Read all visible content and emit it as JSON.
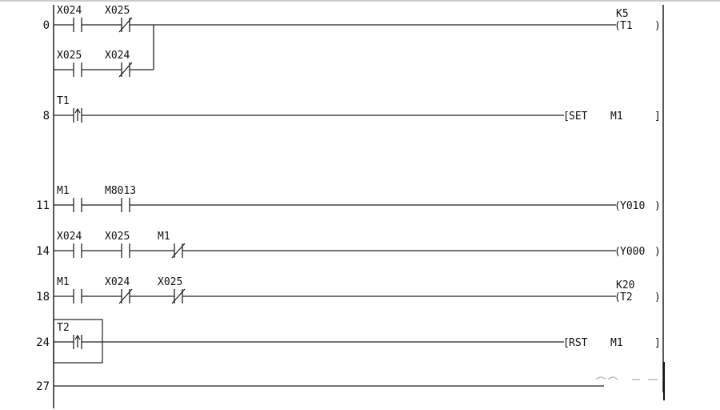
{
  "diagram": {
    "rungs": [
      {
        "step": "0",
        "contacts": [
          {
            "label": "X024",
            "type": "NO"
          },
          {
            "label": "X025",
            "type": "NC"
          }
        ],
        "branch": [
          {
            "label": "X025",
            "type": "NO"
          },
          {
            "label": "X024",
            "type": "NC"
          }
        ],
        "output": {
          "kind": "coil",
          "label": "T1",
          "setting": "K5"
        }
      },
      {
        "step": "8",
        "contacts": [
          {
            "label": "T1",
            "type": "PLS"
          }
        ],
        "output": {
          "kind": "instruction",
          "op": "SET",
          "operand": "M1"
        }
      },
      {
        "step": "11",
        "contacts": [
          {
            "label": "M1",
            "type": "NO"
          },
          {
            "label": "M8013",
            "type": "NO"
          }
        ],
        "output": {
          "kind": "coil",
          "label": "Y010"
        }
      },
      {
        "step": "14",
        "contacts": [
          {
            "label": "X024",
            "type": "NO"
          },
          {
            "label": "X025",
            "type": "NO"
          },
          {
            "label": "M1",
            "type": "NC"
          }
        ],
        "output": {
          "kind": "coil",
          "label": "Y000"
        }
      },
      {
        "step": "18",
        "contacts": [
          {
            "label": "M1",
            "type": "NO"
          },
          {
            "label": "X024",
            "type": "NC"
          },
          {
            "label": "X025",
            "type": "NC"
          }
        ],
        "output": {
          "kind": "coil",
          "label": "T2",
          "setting": "K20"
        }
      },
      {
        "step": "24",
        "contacts": [
          {
            "label": "T2",
            "type": "PLS"
          }
        ],
        "output": {
          "kind": "instruction",
          "op": "RST",
          "operand": "M1"
        }
      },
      {
        "step": "27",
        "contacts": [],
        "output": {
          "kind": "end"
        }
      }
    ]
  }
}
